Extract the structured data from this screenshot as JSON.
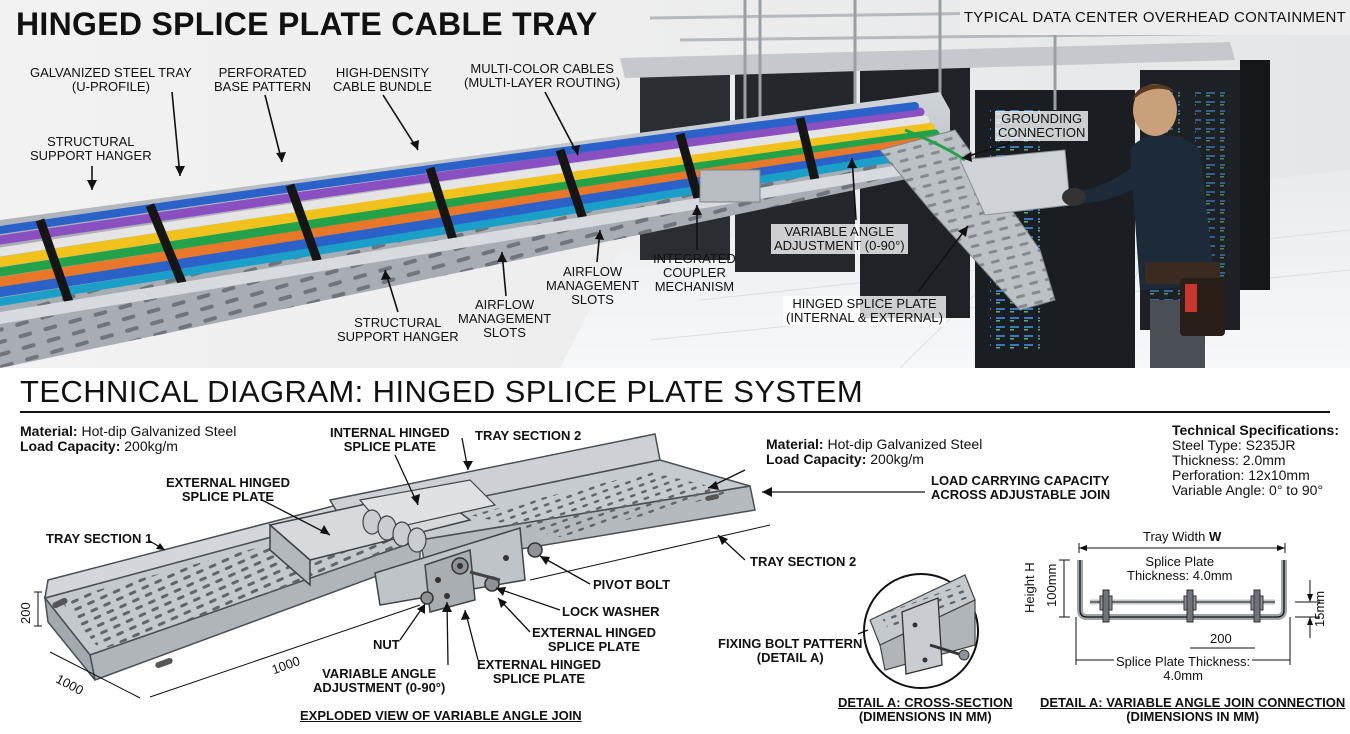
{
  "header": {
    "title": "HINGED SPLICE PLATE CABLE TRAY",
    "right_caption": "TYPICAL DATA CENTER OVERHEAD CONTAINMENT"
  },
  "photo_callouts": {
    "galvanized_tray": [
      "GALVANIZED STEEL TRAY",
      "(U-PROFILE)"
    ],
    "perforated_base": [
      "PERFORATED",
      "BASE PATTERN"
    ],
    "cable_bundle": [
      "HIGH-DENSITY",
      "CABLE BUNDLE"
    ],
    "multi_color": [
      "MULTI-COLOR CABLES",
      "(MULTI-LAYER ROUTING)"
    ],
    "support_hanger_top": [
      "STRUCTURAL",
      "SUPPORT HANGER"
    ],
    "grounding": [
      "GROUNDING",
      "CONNECTION"
    ],
    "variable_angle": [
      "VARIABLE ANGLE",
      "ADJUSTMENT (0-90°)"
    ],
    "coupler": [
      "INTEGRATED",
      "COUPLER",
      "MECHANISM"
    ],
    "airflow_right": [
      "AIRFLOW",
      "MANAGEMENT",
      "SLOTS"
    ],
    "airflow_mid": [
      "AIRFLOW",
      "MANAGEMENT",
      "SLOTS"
    ],
    "support_hanger_bottom": [
      "STRUCTURAL",
      "SUPPORT HANGER"
    ],
    "hinged_plate": [
      "HINGED SPLICE PLATE",
      "(INTERNAL & EXTERNAL)"
    ]
  },
  "section": {
    "title": "TECHNICAL DIAGRAM: HINGED SPLICE PLATE SYSTEM"
  },
  "left_spec": {
    "material_label": "Material:",
    "material_value": " Hot-dip Galvanized Steel",
    "load_label": "Load Capacity:",
    "load_value": " 200kg/m"
  },
  "mid_spec": {
    "material_label": "Material:",
    "material_value": " Hot-dip Galvanized Steel",
    "load_label": "Load Capacity:",
    "load_value": " 200kg/m"
  },
  "tech_specs": {
    "heading": "Technical Specifications:",
    "lines": [
      "Steel Type: S235JR",
      "Thickness: 2.0mm",
      "Perforation: 12x10mm",
      "Variable Angle: 0° to 90°"
    ]
  },
  "diagram_labels": {
    "internal_hinged": [
      "INTERNAL HINGED",
      "SPLICE PLATE"
    ],
    "tray_section_2_top": "TRAY SECTION 2",
    "external_hinged_top": [
      "EXTERNAL HINGED",
      "SPLICE PLATE"
    ],
    "tray_section_1": "TRAY SECTION 1",
    "load_carrying": [
      "LOAD CARRYING CAPACITY",
      "ACROSS ADJUSTABLE JOIN"
    ],
    "tray_section_2_right": "TRAY SECTION 2",
    "pivot_bolt": "PIVOT BOLT",
    "lock_washer": "LOCK WASHER",
    "external_hinged_mid": [
      "EXTERNAL HINGED",
      "SPLICE PLATE"
    ],
    "external_hinged_low": [
      "EXTERNAL HINGED",
      "SPLICE PLATE"
    ],
    "nut": "NUT",
    "variable_angle": [
      "VARIABLE ANGLE",
      "ADJUSTMENT (0-90°)"
    ],
    "fixing_bolt": [
      "FIXING BOLT PATTERN",
      "(DETAIL A)"
    ],
    "exploded_caption": "EXPLODED VIEW OF VARIABLE ANGLE JOIN",
    "detail_a_cross": [
      "DETAIL A: CROSS-SECTION",
      "(DIMENSIONS IN MM)"
    ],
    "detail_a_join": [
      "DETAIL A: VARIABLE ANGLE JOIN CONNECTION",
      "(DIMENSIONS IN MM)"
    ]
  },
  "dimensions": {
    "height_200": "200",
    "length_1000_a": "1000",
    "length_1000_b": "1000",
    "tray_width_prefix": "Tray Width ",
    "tray_width_w": "W",
    "height_h": "Height H",
    "h_100mm": "100mm",
    "mm_15": "15mm",
    "splice_thickness_top": [
      "Splice Plate",
      "Thickness: 4.0mm"
    ],
    "bolt_spacing": "200",
    "splice_thickness_bottom": [
      "Splice Plate Thickness:",
      "4.0mm"
    ]
  },
  "colors": {
    "galvanized": "#b9bec3",
    "galvanized_dark": "#8a9096",
    "rack": "#1d2024",
    "shirt": "#1c2a3a",
    "cables": [
      "#2a62c9",
      "#f1c21b",
      "#e8772a",
      "#22a34a",
      "#8a4fc0",
      "#e5e5e5",
      "#1aa0c8"
    ]
  }
}
